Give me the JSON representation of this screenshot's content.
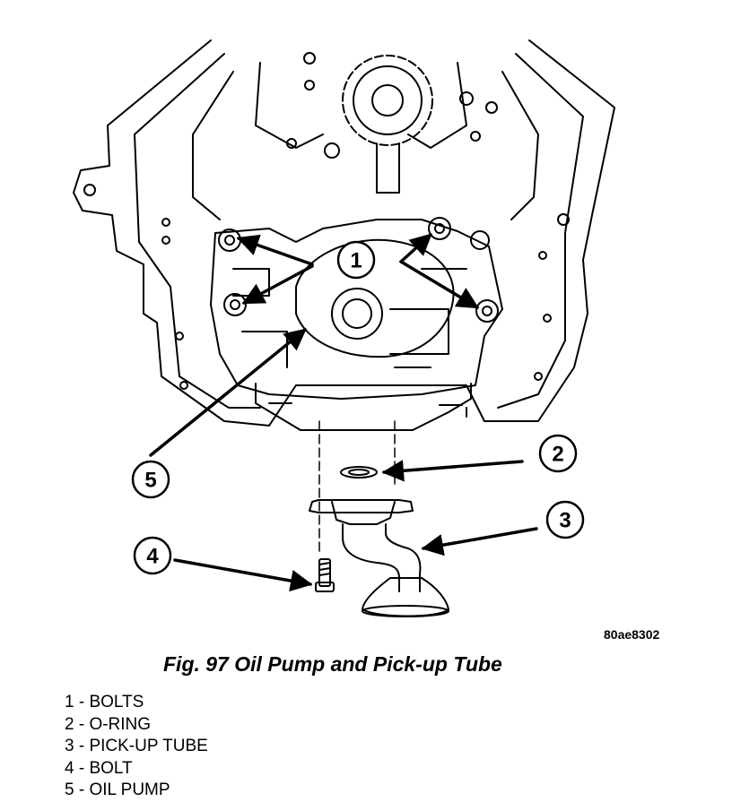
{
  "figure": {
    "caption": "Fig. 97 Oil Pump and Pick-up Tube",
    "reference_code": "80ae8302"
  },
  "callouts": {
    "c1": "1",
    "c2": "2",
    "c3": "3",
    "c4": "4",
    "c5": "5"
  },
  "legend": [
    {
      "number": "1",
      "label": "1 - BOLTS"
    },
    {
      "number": "2",
      "label": "2 - O-RING"
    },
    {
      "number": "3",
      "label": "3 - PICK-UP TUBE"
    },
    {
      "number": "4",
      "label": "4 - BOLT"
    },
    {
      "number": "5",
      "label": "5 - OIL PUMP"
    }
  ]
}
